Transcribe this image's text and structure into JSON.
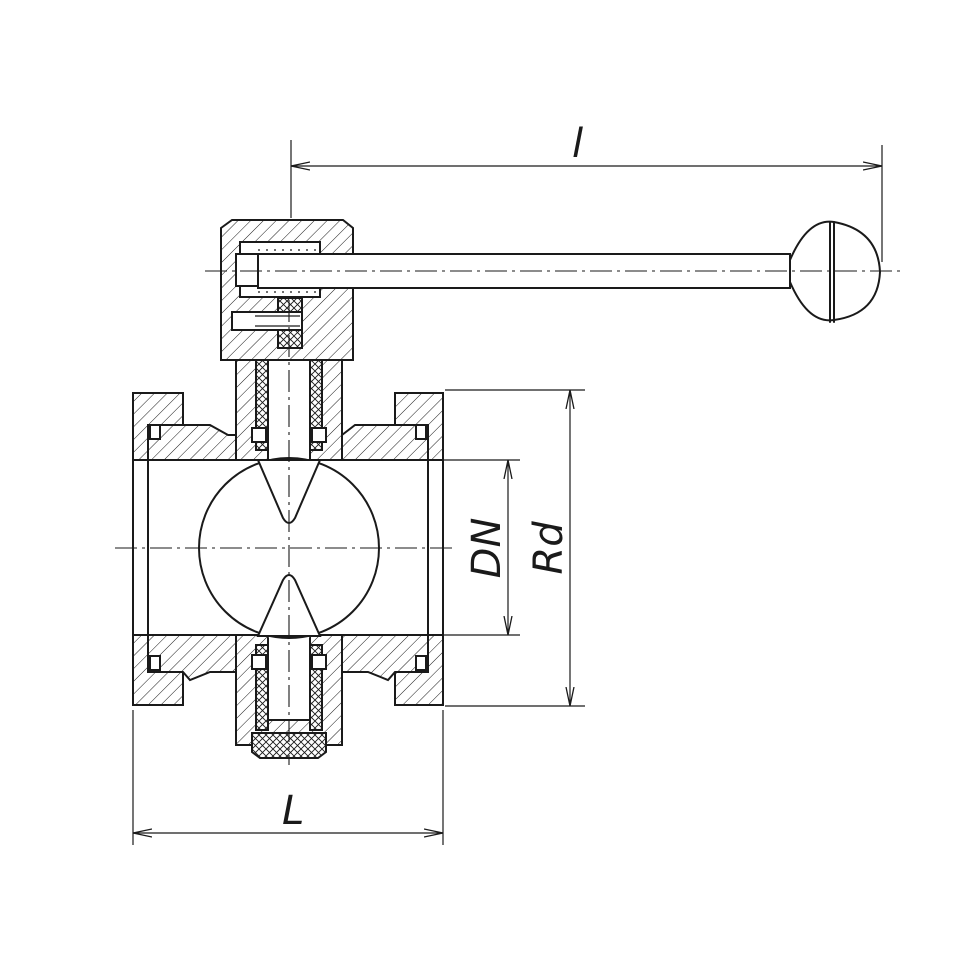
{
  "labels": {
    "handle_length": "l",
    "overall_length": "L",
    "nominal_diameter": "DN",
    "flange_diameter": "Rd"
  },
  "colors": {
    "line": "#1a1a1a",
    "background": "#ffffff"
  }
}
